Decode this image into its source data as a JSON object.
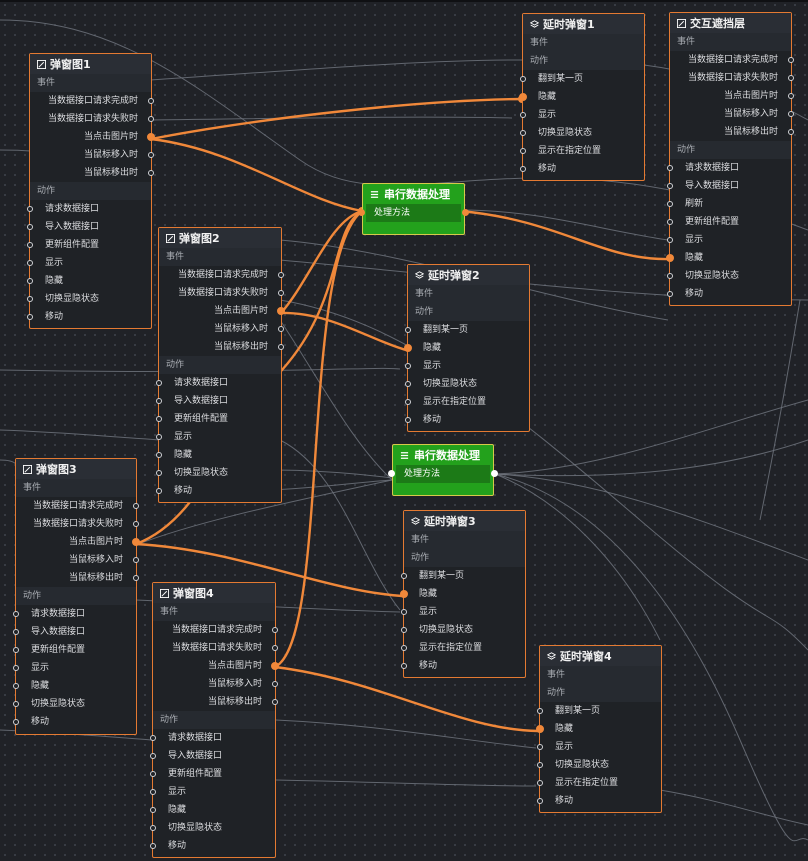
{
  "colors": {
    "accent": "#f0883a",
    "node_border": "#e47a32",
    "green_node": "#23a11c",
    "canvas": "#202227"
  },
  "labels": {
    "events_section": "事件",
    "actions_section": "动作",
    "process_method": "处理方法"
  },
  "popup_nodes": [
    {
      "id": "p1",
      "title": "弹窗图1",
      "icon": "image-icon"
    },
    {
      "id": "p2",
      "title": "弹窗图2",
      "icon": "image-icon"
    },
    {
      "id": "p3",
      "title": "弹窗图3",
      "icon": "image-icon"
    },
    {
      "id": "p4",
      "title": "弹窗图4",
      "icon": "image-icon"
    }
  ],
  "popup_events": [
    "当数据接口请求完成时",
    "当数据接口请求失败时",
    "当点击图片时",
    "当鼠标移入时",
    "当鼠标移出时"
  ],
  "popup_actions": [
    "请求数据接口",
    "导入数据接口",
    "更新组件配置",
    "显示",
    "隐藏",
    "切换显隐状态",
    "移动"
  ],
  "delay_nodes": [
    {
      "id": "d1",
      "title": "延时弹窗1",
      "icon": "layers-icon"
    },
    {
      "id": "d2",
      "title": "延时弹窗2",
      "icon": "layers-icon"
    },
    {
      "id": "d3",
      "title": "延时弹窗3",
      "icon": "layers-icon"
    },
    {
      "id": "d4",
      "title": "延时弹窗4",
      "icon": "layers-icon"
    }
  ],
  "delay_actions": [
    "翻到某一页",
    "隐藏",
    "显示",
    "切换显隐状态",
    "显示在指定位置",
    "移动"
  ],
  "mask_node": {
    "title": "交互遮挡层",
    "icon": "image-icon",
    "events": [
      "当数据接口请求完成时",
      "当数据接口请求失败时",
      "当点击图片时",
      "当鼠标移入时",
      "当鼠标移出时"
    ],
    "actions": [
      "请求数据接口",
      "导入数据接口",
      "刷新",
      "更新组件配置",
      "显示",
      "隐藏",
      "切换显隐状态",
      "移动"
    ]
  },
  "serial_nodes": [
    {
      "id": "s1",
      "title": "串行数据处理",
      "icon": "list-icon"
    },
    {
      "id": "s2",
      "title": "串行数据处理",
      "icon": "list-icon"
    }
  ]
}
